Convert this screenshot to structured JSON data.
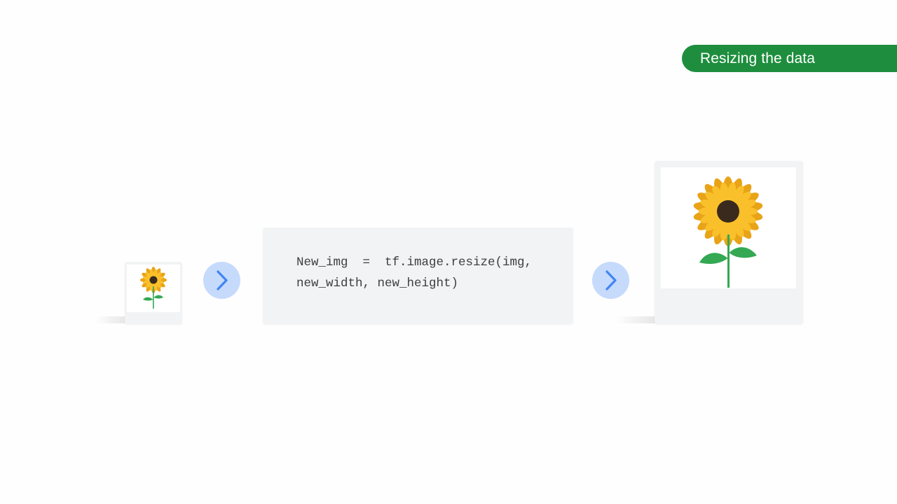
{
  "section_title": "Resizing the data",
  "code": {
    "line1": "New_img  =  tf.image.resize(img,",
    "line2": "new_width, new_height)"
  },
  "icons": {
    "input_image": "sunflower-small-image",
    "output_image": "sunflower-large-image",
    "arrow": "chevron-right-icon"
  },
  "colors": {
    "title_pill": "#1e8e3e",
    "arrow_circle": "#c6dafc",
    "arrow_chevron": "#4285f4",
    "panel": "#f1f3f4",
    "petal": "#f4b400",
    "stem": "#34a853"
  }
}
